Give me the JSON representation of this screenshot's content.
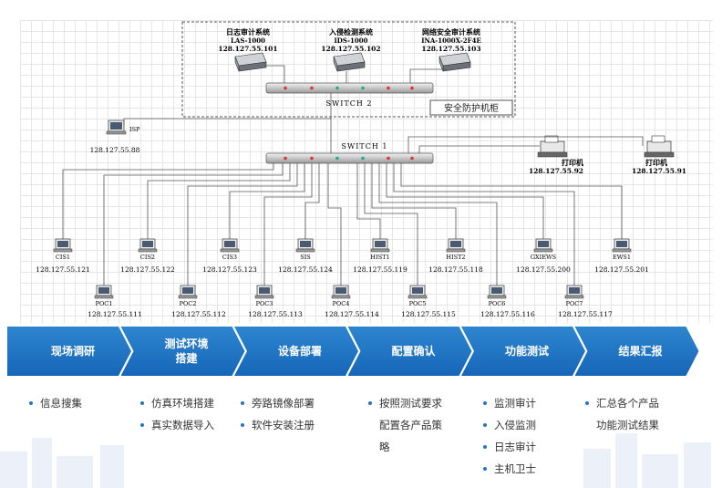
{
  "diagram": {
    "servers": [
      {
        "name": "日志审计系统",
        "model": "LAS-1000",
        "ip": "128.127.55.101"
      },
      {
        "name": "入侵检测系统",
        "model": "IDS-1000",
        "ip": "128.127.55.102"
      },
      {
        "name": "网络安全审计系统",
        "model": "INA-1000X-2F4E",
        "ip": "128.127.55.103"
      }
    ],
    "switch2_label": "SWITCH 2",
    "cabinet_label": "安全防护机柜",
    "isp": {
      "name": "ISP",
      "ip": "128.127.55.88"
    },
    "switch1_label": "SWITCH 1",
    "printers": [
      {
        "name": "打印机",
        "ip": "128.127.55.92"
      },
      {
        "name": "打印机",
        "ip": "128.127.55.91"
      }
    ],
    "upper_nodes": [
      {
        "name": "CIS1",
        "ip": "128.127.55.121"
      },
      {
        "name": "CIS2",
        "ip": "128.127.55.122"
      },
      {
        "name": "CIS3",
        "ip": "128.127.55.123"
      },
      {
        "name": "SIS",
        "ip": "128.127.55.124"
      },
      {
        "name": "HIST1",
        "ip": "128.127.55.119"
      },
      {
        "name": "HIST2",
        "ip": "128.127.55.118"
      },
      {
        "name": "GXIEWS",
        "ip": "128.127.55.200"
      },
      {
        "name": "EWS1",
        "ip": "128.127.55.201"
      }
    ],
    "lower_nodes": [
      {
        "name": "POC1",
        "ip": "128.127.55.111"
      },
      {
        "name": "POC2",
        "ip": "128.127.55.112"
      },
      {
        "name": "POC3",
        "ip": "128.127.55.113"
      },
      {
        "name": "POC4",
        "ip": "128.127.55.114"
      },
      {
        "name": "POC5",
        "ip": "128.127.55.115"
      },
      {
        "name": "POC6",
        "ip": "128.127.55.116"
      },
      {
        "name": "POC7",
        "ip": "128.127.55.117"
      }
    ]
  },
  "process": [
    {
      "label": "现场调研",
      "items": [
        "信息搜集"
      ]
    },
    {
      "label": "测试环境\n搭建",
      "items": [
        "仿真环境搭建",
        "真实数据导入"
      ]
    },
    {
      "label": "设备部署",
      "items": [
        "旁路镜像部署",
        "软件安装注册"
      ]
    },
    {
      "label": "配置确认",
      "items": [
        "按照测试要求\n配置各产品策\n略"
      ]
    },
    {
      "label": "功能测试",
      "items": [
        "监测审计",
        "入侵监测",
        "日志审计",
        "主机卫士"
      ]
    },
    {
      "label": "结果汇报",
      "items": [
        "汇总各个产品\n功能测试结果"
      ]
    }
  ],
  "colors": {
    "accent": "#1a6fc0",
    "bullet": "#2a72c4"
  }
}
